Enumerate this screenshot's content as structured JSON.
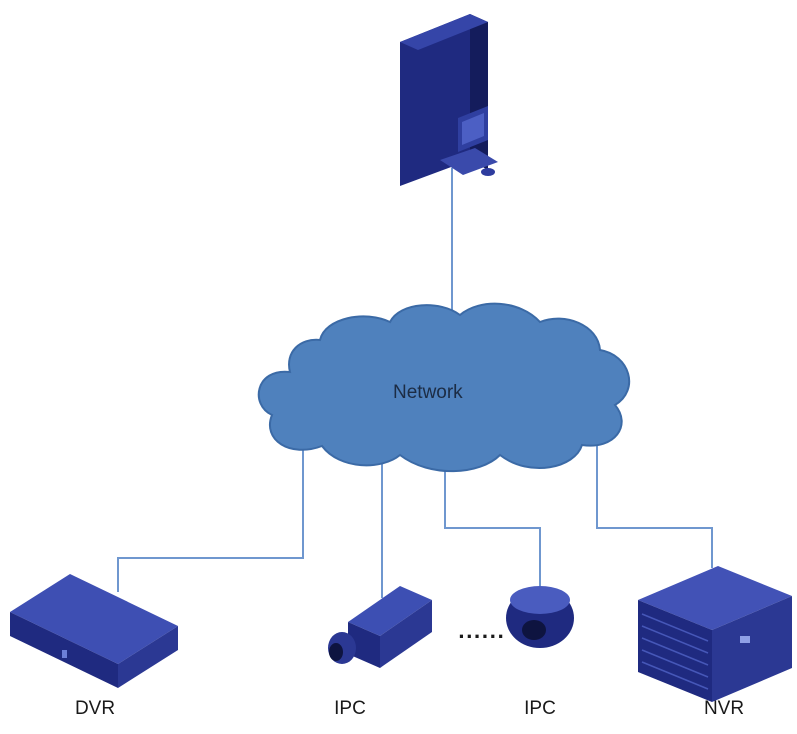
{
  "network": {
    "label": "Network"
  },
  "devices": {
    "dvr": {
      "label": "DVR"
    },
    "ipc_box": {
      "label": "IPC"
    },
    "ipc_dome": {
      "label": "IPC"
    },
    "nvr": {
      "label": "NVR"
    }
  },
  "ellipsis": "......",
  "colors": {
    "line": "#5b83c0",
    "cloud_fill": "#4f81bd",
    "cloud_stroke": "#3a6aa4",
    "device_dark": "#1f2a80",
    "device_mid": "#2e3c9e",
    "device_light": "#4656b8"
  }
}
